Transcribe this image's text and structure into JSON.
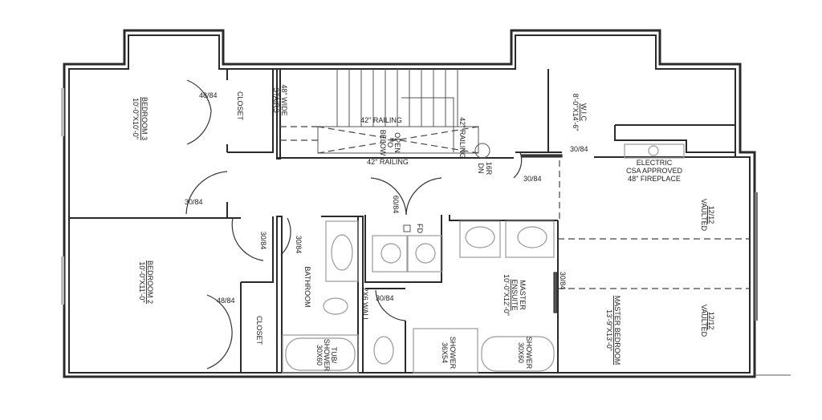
{
  "rooms": {
    "bedroom3": {
      "name": "BEDROOM 3",
      "dims": "10'-0\"X10'-0\""
    },
    "bedroom2": {
      "name": "BEDROOM 2",
      "dims": "10'-0\"X11'-0\""
    },
    "wic": {
      "name": "W.I.C",
      "dims": "8'-0\"X14'-6\""
    },
    "master_bedroom": {
      "name": "MASTER BEDROOM",
      "dims": "13'-9\"X13'-0\""
    },
    "master_ensuite": {
      "name1": "MASTER",
      "name2": "ENSUITE",
      "dims": "10'-0\"X12'-0\""
    },
    "bathroom": {
      "name": "BATHROOM"
    },
    "closet": "CLOSET"
  },
  "doors": {
    "d48": "48/84",
    "d30": "30/84",
    "d60": "60/84"
  },
  "stairs": {
    "line1": "48\" WIDE",
    "line2": "STAIRS",
    "railing": "42\" RAILING",
    "open1": "OPEN",
    "open2": "TO",
    "open3": "BELOW",
    "risers": "16R",
    "dn": "DN"
  },
  "fireplace": {
    "line1": "ELECTRIC",
    "line2": "CSA APPROVED",
    "line3": "48\" FIREPLACE"
  },
  "vaulted": {
    "pitch": "12/12",
    "label": "VAULTED"
  },
  "fixtures": {
    "fd": "FD",
    "wall": "2X6 WALL",
    "tub1": "TUB/",
    "tub2": "SHOWER",
    "tub3": "30X60",
    "sh1": "SHOWER",
    "sh1size": "36X54",
    "sh2": "SHOWER",
    "sh2size": "30X60"
  }
}
